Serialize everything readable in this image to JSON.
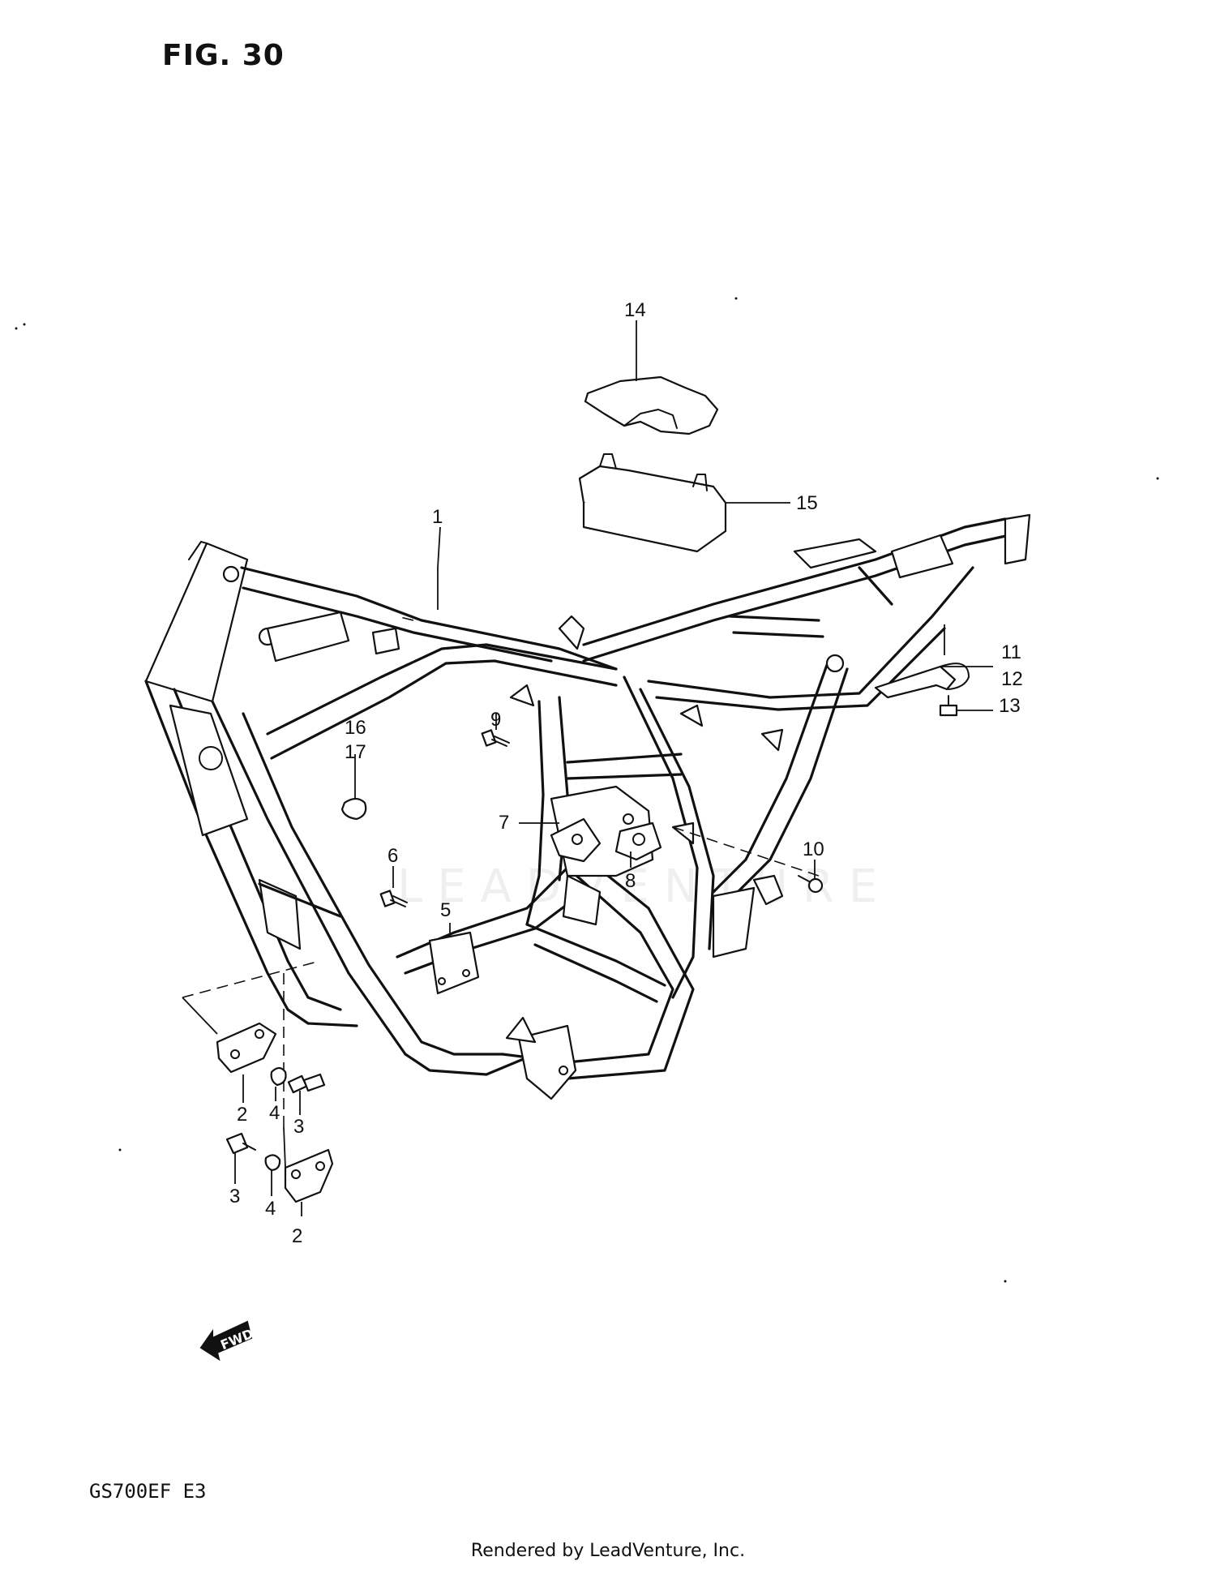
{
  "figure": {
    "title": "FIG. 30",
    "model": "GS700EF  E3"
  },
  "footer": "Rendered by LeadVenture, Inc.",
  "watermark": "LEADVENTURE",
  "fwd_label": "FWD",
  "callouts": {
    "c1": "1",
    "c2a": "2",
    "c2b": "2",
    "c3a": "3",
    "c3b": "3",
    "c4a": "4",
    "c4b": "4",
    "c5": "5",
    "c6": "6",
    "c7": "7",
    "c8": "8",
    "c9": "9",
    "c10": "10",
    "c11": "11",
    "c12": "12",
    "c13": "13",
    "c14": "14",
    "c15": "15",
    "c16": "16",
    "c17": "17"
  }
}
